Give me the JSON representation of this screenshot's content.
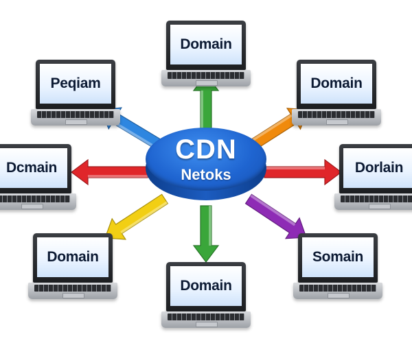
{
  "hub": {
    "title": "CDN",
    "subtitle": "Netoks",
    "color": "#1f65d1"
  },
  "nodes": [
    {
      "label": "Domain",
      "arrow_color": "#3aa63a",
      "arrow_direction": "up"
    },
    {
      "label": "Domain",
      "arrow_color": "#f08a0c",
      "arrow_direction": "up-right"
    },
    {
      "label": "Dorlain",
      "arrow_color": "#e0262a",
      "arrow_direction": "right"
    },
    {
      "label": "Somain",
      "arrow_color": "#8e2bb5",
      "arrow_direction": "down-right"
    },
    {
      "label": "Domain",
      "arrow_color": "#3aa63a",
      "arrow_direction": "down"
    },
    {
      "label": "Domain",
      "arrow_color": "#f2cf14",
      "arrow_direction": "down-left"
    },
    {
      "label": "Dcmain",
      "arrow_color": "#e0262a",
      "arrow_direction": "left"
    },
    {
      "label": "Peqiam",
      "arrow_color": "#2e86e0",
      "arrow_direction": "up-left"
    }
  ]
}
